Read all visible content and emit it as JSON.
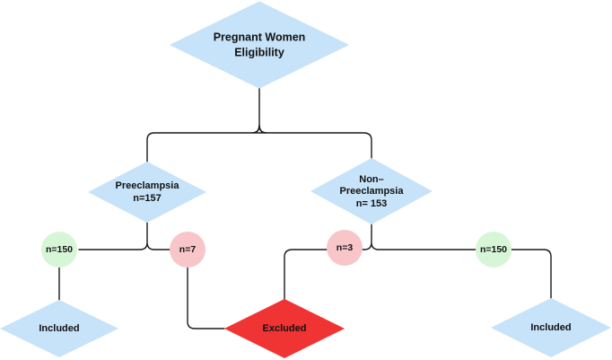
{
  "colors": {
    "diamond_blue": "#c7e3f9",
    "count_green": "#d7f6d7",
    "count_pink": "#f8c6c9",
    "excluded_red": "#f03434",
    "line": "#1a1a1a"
  },
  "root": {
    "line1": "Pregnant Women",
    "line2": "Eligibility"
  },
  "preeclampsia": {
    "line1": "Preeclampsia",
    "line2": "n=157"
  },
  "non_preeclampsia": {
    "line1": "Non–",
    "line2": "Preeclampsia",
    "line3": "n= 153"
  },
  "counts": {
    "pre_included": "n=150",
    "pre_excluded": "n=7",
    "non_excluded": "n=3",
    "non_included": "n=150"
  },
  "outcomes": {
    "included_left": "Included",
    "excluded": "Excluded",
    "included_right": "Included"
  }
}
